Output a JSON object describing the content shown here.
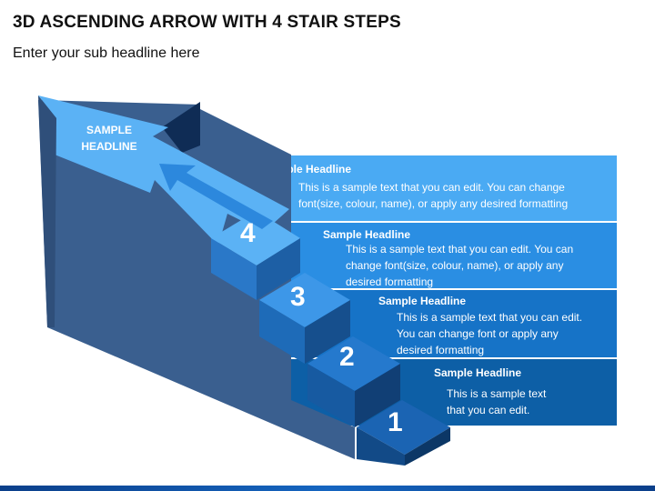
{
  "title": "3D ASCENDING ARROW WITH 4 STAIR STEPS",
  "subtitle": "Enter your sub headline here",
  "arrow_label_line1": "SAMPLE",
  "arrow_label_line2": "HEADLINE",
  "steps": [
    {
      "number": "1",
      "headline": "Sample Headline",
      "lines": [
        "This is a sample text",
        "that you can edit."
      ],
      "color": "#0d5fa6"
    },
    {
      "number": "2",
      "headline": "Sample Headline",
      "lines": [
        "This is a sample text that you can edit.",
        "You can change font or apply any",
        "desired formatting"
      ],
      "color": "#1673c7"
    },
    {
      "number": "3",
      "headline": "Sample Headline",
      "lines": [
        "This is a sample text that you can edit. You can",
        "change font(size, colour, name), or apply any",
        "desired formatting"
      ],
      "color": "#2a8ee3"
    },
    {
      "number": "4",
      "headline": "Sample Headline",
      "lines": [
        "This is a sample text that you can edit. You can change",
        "font(size, colour, name), or apply any desired formatting"
      ],
      "color": "#4aaaf3"
    }
  ],
  "colors": {
    "arrow_top": "#5bb2f5",
    "arrow_side": "#3a5f8f",
    "bottom_bar": "#0b3f8a"
  }
}
